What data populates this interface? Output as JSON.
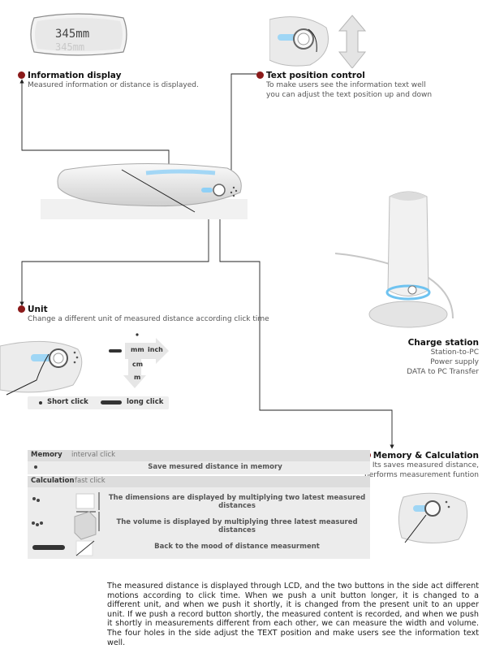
{
  "lcd": {
    "line1": "345mm",
    "line2": "345mm"
  },
  "info_display": {
    "title": "Information display",
    "desc": "Measured information or distance is displayed."
  },
  "text_position": {
    "title": "Text position control",
    "desc1": "To make users see the information text well",
    "desc2": "you can adjust the text position up and down"
  },
  "unit": {
    "title": "Unit",
    "desc": "Change a different unit of measured distance according click time",
    "labels": {
      "mm": "mm",
      "inch": "inch",
      "cm": "cm",
      "m": "m"
    },
    "short_click": "Short click",
    "long_click": "long click"
  },
  "charge_station": {
    "title": "Charge station",
    "line1": "Station-to-PC",
    "line2": "Power supply",
    "line3": "DATA to PC Transfer"
  },
  "memory_calc": {
    "title": "Memory & Calculation",
    "desc1": "Its saves measured distance,",
    "desc2": "performs measurement funtion"
  },
  "table": {
    "memory_label": "Memory",
    "memory_mode": "interval click",
    "memory_row": "Save mesured distance in memory",
    "calc_label": "Calculation",
    "calc_mode": "fast click",
    "rows": [
      "The dimensions are displayed by multiplying two latest measured distances",
      "The volume is displayed by multiplying three latest measured distances",
      "Back to the mood of distance measurment"
    ]
  },
  "paragraph": "The measured distance is displayed through LCD, and the two buttons in the side act different motions according to click time. When we push a unit button longer, it is changed to a different unit, and when we push it shortly, it is changed from the present unit to an upper unit. If we push a record button shortly, the measured content is recorded, and when we push it shortly in measurements different from each other, we can measure the width and volume. The four holes in the side adjust the TEXT position and make users see the information text well.",
  "colors": {
    "accent_dot": "#8b1a1a",
    "glow": "#6fc3f0",
    "table_bg": "#ececec"
  }
}
